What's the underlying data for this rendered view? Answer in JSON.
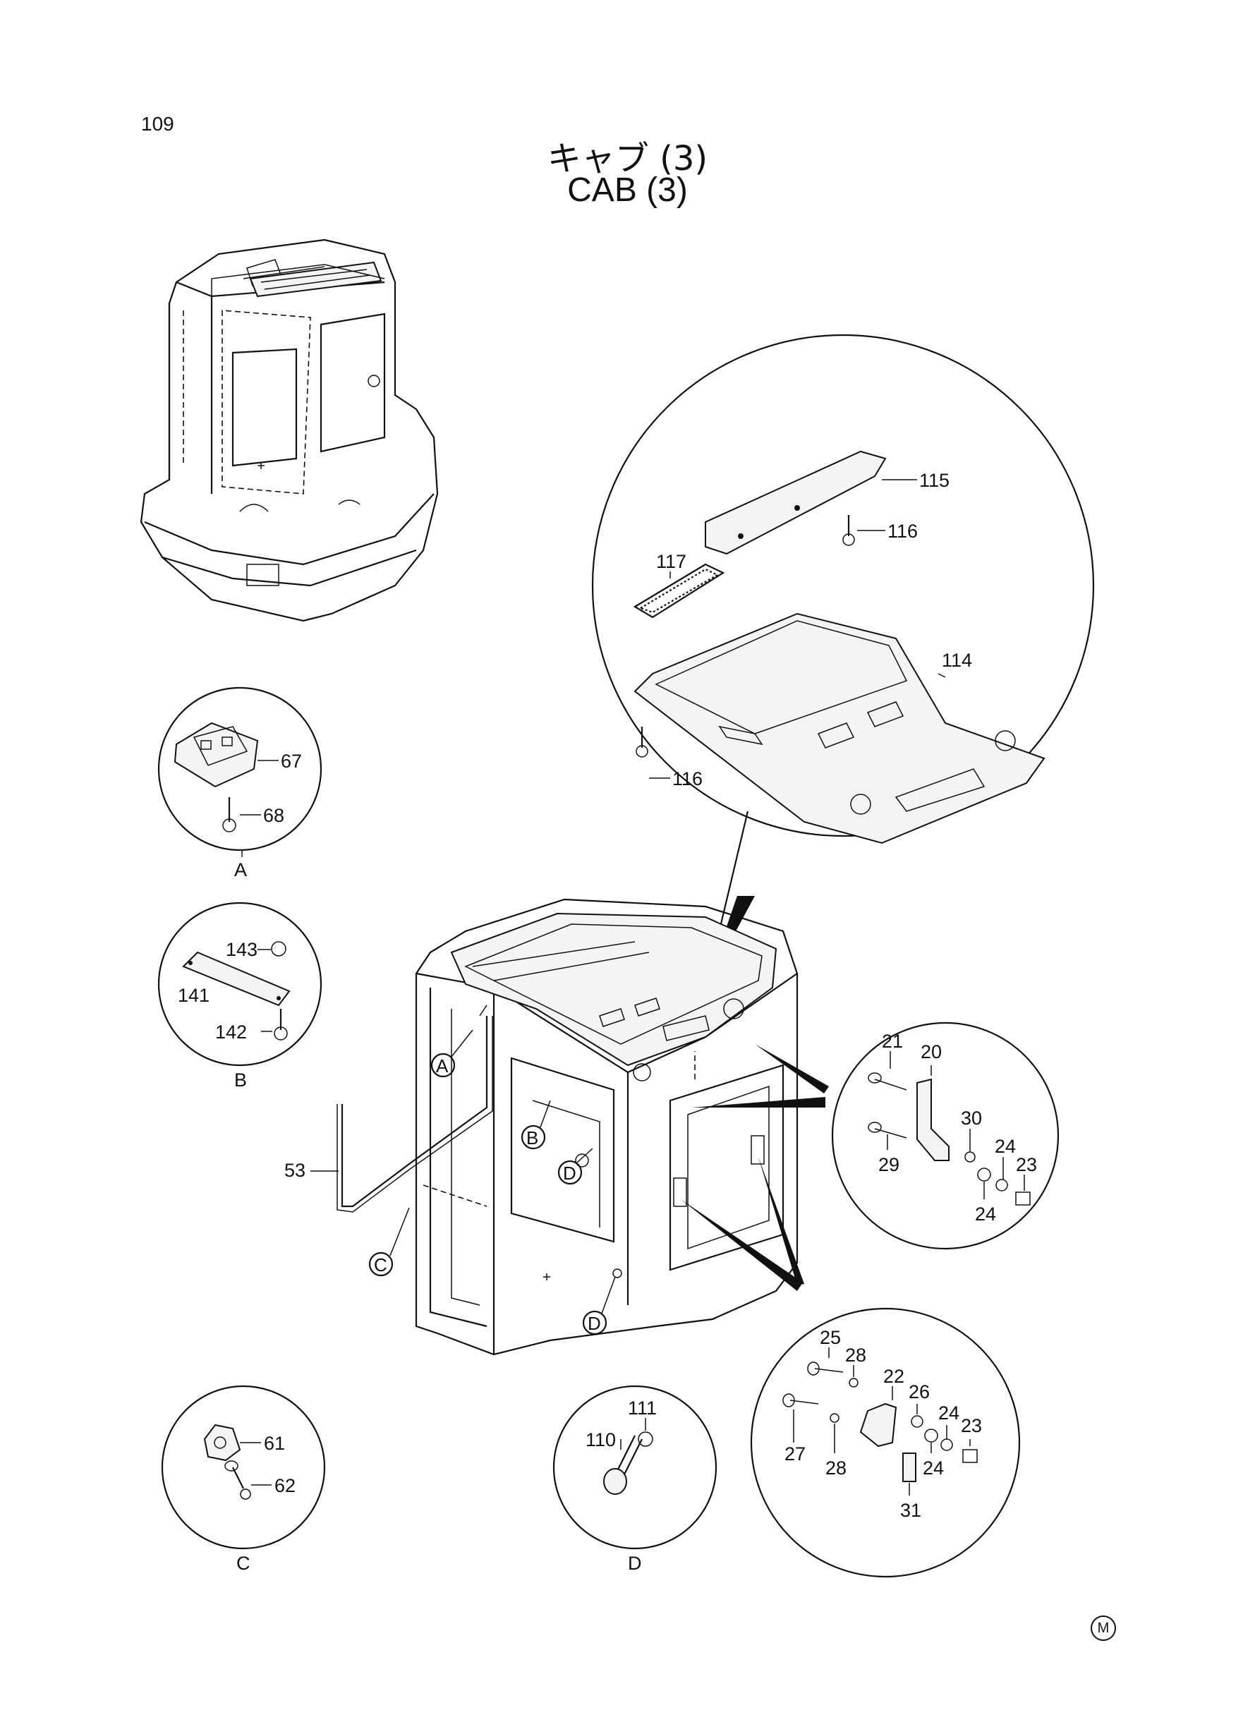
{
  "page_number": "109",
  "title_jp": "キャブ (3)",
  "title_en": "CAB (3)",
  "mark": "M",
  "view_letters": {
    "A": "A",
    "B": "B",
    "C": "C",
    "D": "D"
  },
  "detail_captions": {
    "a": "A",
    "b": "B",
    "c": "C",
    "d": "D"
  },
  "parts": {
    "p115": "115",
    "p116a": "116",
    "p117": "117",
    "p114": "114",
    "p116b": "116",
    "p67": "67",
    "p68": "68",
    "p143": "143",
    "p141": "141",
    "p142": "142",
    "p53": "53",
    "p21": "21",
    "p20": "20",
    "p30": "30",
    "p24a": "24",
    "p23a": "23",
    "p29": "29",
    "p24b": "24",
    "p25": "25",
    "p28a": "28",
    "p22": "22",
    "p26": "26",
    "p24c": "24",
    "p23b": "23",
    "p27": "27",
    "p28b": "28",
    "p24d": "24",
    "p31": "31",
    "p61": "61",
    "p62": "62",
    "p111": "111",
    "p110": "110"
  }
}
